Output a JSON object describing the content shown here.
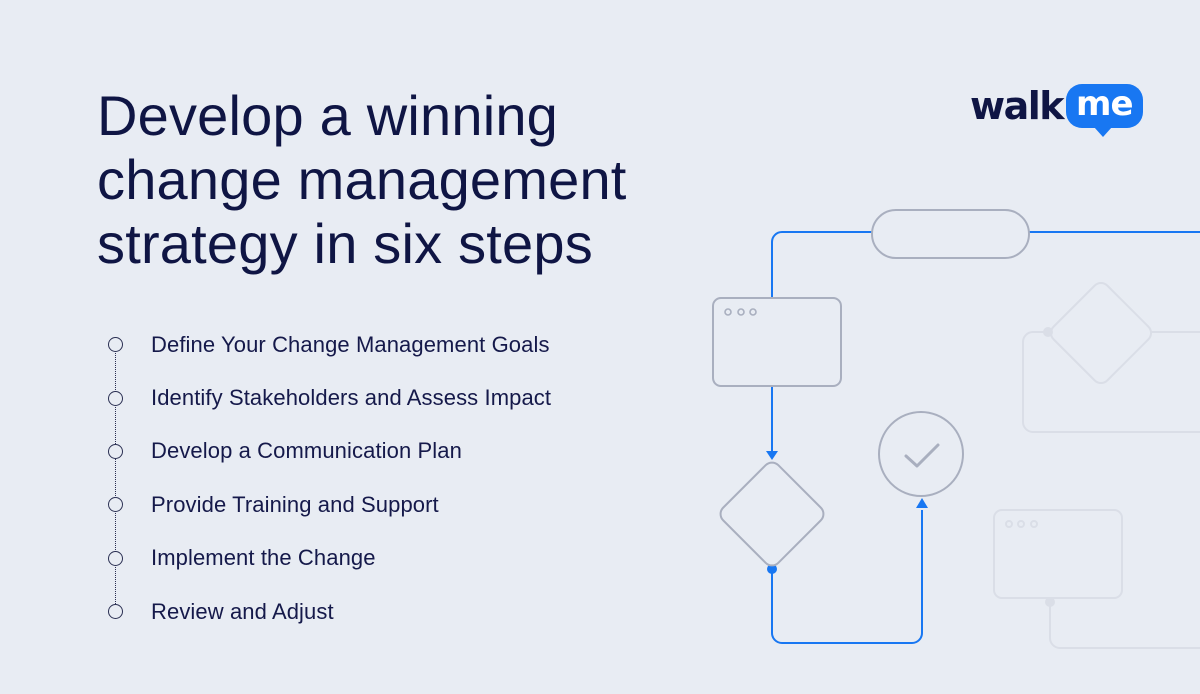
{
  "title": {
    "lines": [
      "Develop a winning",
      "change management",
      "strategy in six steps"
    ]
  },
  "steps": [
    {
      "label": "Define Your Change Management Goals"
    },
    {
      "label": "Identify Stakeholders and Assess Impact"
    },
    {
      "label": "Develop a Communication Plan"
    },
    {
      "label": "Provide Training and Support"
    },
    {
      "label": "Implement the Change"
    },
    {
      "label": "Review and Adjust"
    }
  ],
  "logo": {
    "part1": "walk",
    "part2": "me"
  },
  "colors": {
    "background": "#e8ecf3",
    "text": "#0f1544",
    "accent_blue": "#1877f2",
    "shape_stroke": "#a9afbf",
    "faded_stroke": "#d9dde6"
  },
  "diagram": {
    "icons": [
      "pill-shape",
      "window-card-icon",
      "decision-diamond",
      "check-circle-icon",
      "faded-window-card",
      "faded-diamond"
    ]
  }
}
